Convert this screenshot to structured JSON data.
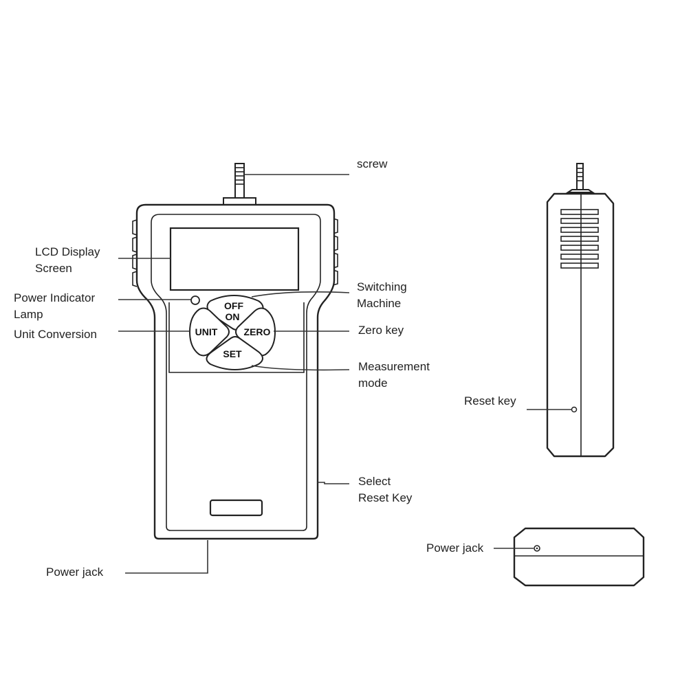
{
  "labels": {
    "screw": "screw",
    "lcd_line1": "LCD Display",
    "lcd_line2": "Screen",
    "power_lamp_line1": "Power Indicator",
    "power_lamp_line2": "Lamp",
    "unit_conversion": "Unit Conversion",
    "switching_line1": "Switching",
    "switching_line2": "Machine",
    "zero_key": "Zero key",
    "measurement_line1": "Measurement",
    "measurement_line2": "mode",
    "select_reset_line1": "Select",
    "select_reset_line2": "Reset Key",
    "power_jack_front": "Power jack",
    "reset_key_side": "Reset key",
    "power_jack_bottom": "Power jack"
  },
  "buttons": {
    "off": "OFF",
    "on": "ON",
    "unit": "UNIT",
    "zero": "ZERO",
    "set": "SET"
  }
}
